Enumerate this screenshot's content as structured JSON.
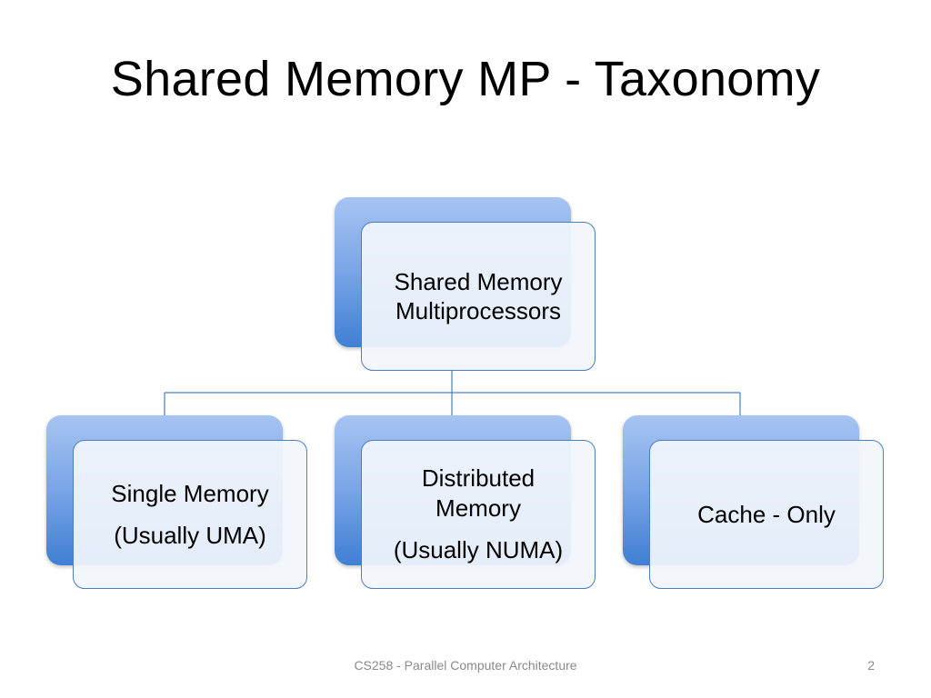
{
  "slide": {
    "title": "Shared Memory MP - Taxonomy",
    "footer": "CS258 - Parallel Computer Architecture",
    "page_number": "2"
  },
  "diagram": {
    "root": {
      "line1": "Shared Memory",
      "line2": "Multiprocessors"
    },
    "children": [
      {
        "line1": "Single Memory",
        "line2": "(Usually UMA)"
      },
      {
        "line1": "Distributed",
        "line1b": "Memory",
        "line2": "(Usually NUMA)"
      },
      {
        "line1": "Cache - Only"
      }
    ]
  },
  "colors": {
    "tab_top": "#a6c4f2",
    "tab_bottom": "#3f7fd3",
    "card_border": "#4a7ec4",
    "connector": "#4a7ec4"
  }
}
